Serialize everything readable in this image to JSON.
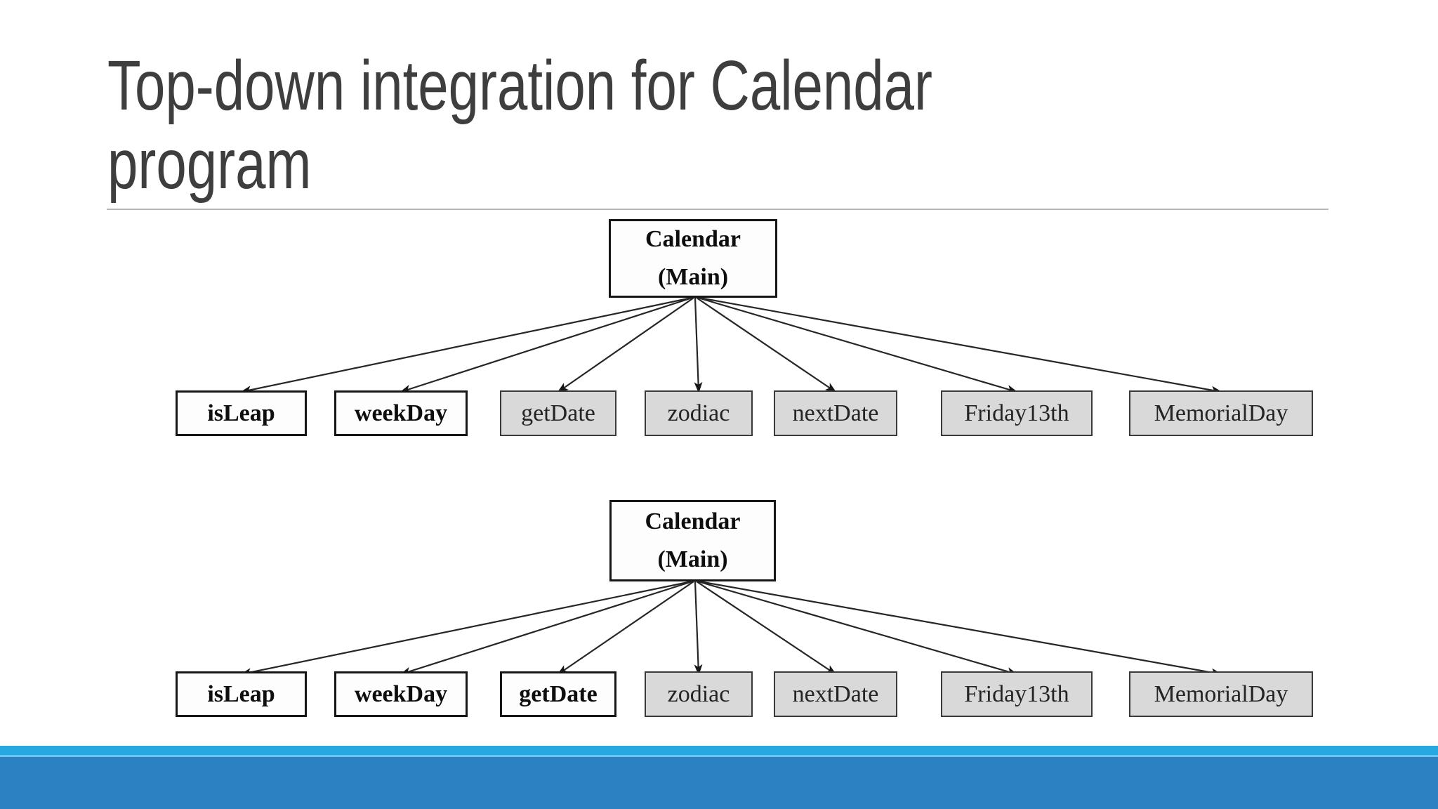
{
  "slide": {
    "title": "Top-down integration for Calendar\nprogram"
  },
  "palette": {
    "title_text": "#3e3e3e",
    "integrated_fill": "#fdfdfd",
    "stub_fill": "#d9d9d9",
    "footer_light_blue": "#28a8e0",
    "footer_dark_blue": "#2b81c1"
  },
  "diagrams": [
    {
      "id": "step-1",
      "root": {
        "line1": "Calendar",
        "line2": "(Main)"
      },
      "children": [
        {
          "label": "isLeap",
          "state": "integrated"
        },
        {
          "label": "weekDay",
          "state": "integrated"
        },
        {
          "label": "getDate",
          "state": "stub"
        },
        {
          "label": "zodiac",
          "state": "stub"
        },
        {
          "label": "nextDate",
          "state": "stub"
        },
        {
          "label": "Friday13th",
          "state": "stub"
        },
        {
          "label": "MemorialDay",
          "state": "stub"
        }
      ]
    },
    {
      "id": "step-2",
      "root": {
        "line1": "Calendar",
        "line2": "(Main)"
      },
      "children": [
        {
          "label": "isLeap",
          "state": "integrated"
        },
        {
          "label": "weekDay",
          "state": "integrated"
        },
        {
          "label": "getDate",
          "state": "integrated"
        },
        {
          "label": "zodiac",
          "state": "stub"
        },
        {
          "label": "nextDate",
          "state": "stub"
        },
        {
          "label": "Friday13th",
          "state": "stub"
        },
        {
          "label": "MemorialDay",
          "state": "stub"
        }
      ]
    }
  ]
}
